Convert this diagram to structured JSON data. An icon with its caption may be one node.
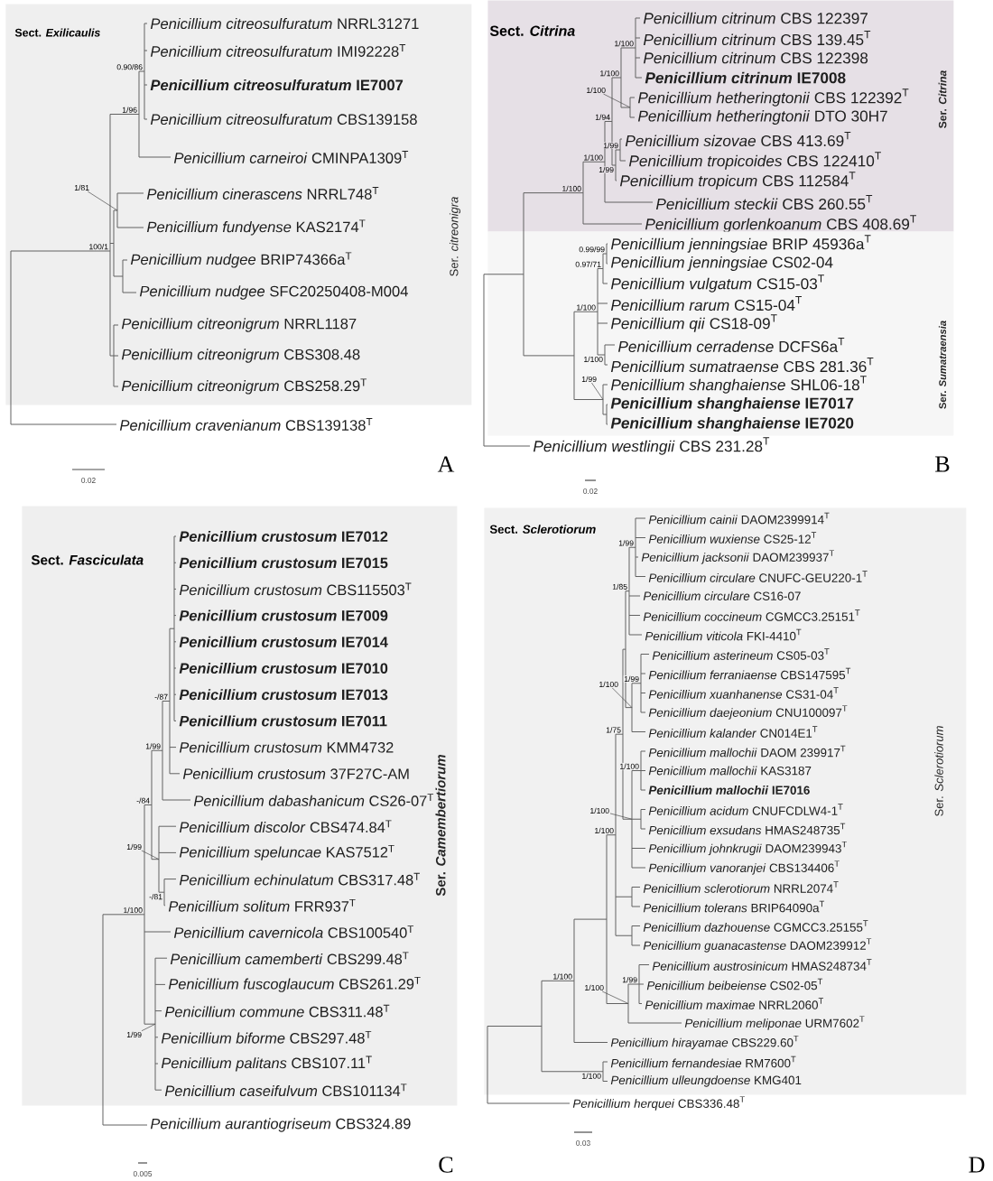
{
  "diagram": {
    "nodes": [
      {
        "text": [
          "Sect. *Exilicaulis*",
          "*Penicillium citreosulfuratum* NRRL31271",
          "*Penicillium citreosulfuratum* IMI92228$^{T}$",
          "*Penicillium citreosulfuratum* IE7007",
          "*Penicillium citreosulfuratum* CBS139158",
          "*Penicillium carneiroi* CMINPA1309$^{T}$",
          "*Penicillium cinerascens* NRRL748$^{T}$",
          "*Penicillium fundyense* KAS2174$^{T}$",
          "*Penicillium nudgee* BRIP74366a$^{T}$",
          "*Penicillium nudgee* SFC20250408-M004",
          "*Penicillium citreonigrum* NRRL1187",
          "*Penicillium citreonigrum* CBS308.48",
          "*Penicillium citreonigrum* CBS258.29$^{T}$",
          "Ser. *citreonigra*"
        ]
      },
      {
        "text": [
          "1/81"
        ],
        "in": 0
      },
      {
        "text": [
          "Sect. *Citrina*",
          "*Penicillium citrinum* CBS 122397",
          "*Penicillium citrinum* CBS 139.45$^{T}$",
          "*Penicillium citrinum* CBS 122398",
          "*Penicillium citrinum* IE7008",
          "*Penicillium hetheringtonii* CBS 122392$^{T}$",
          "*Penicillium hetheringtonii* DTO 30H7",
          "*Penicillium sizovae* CBS 413.69$^{T}$",
          "*Penicillium tropicoides* CBS 122410$^{T}$",
          "*Penicillium tropicum* CBS 112584$^{T}$",
          "*Penicillium steckii* CBS 260.55$^{T}$",
          "*Penicillium gorlenkoanum* CBS 408.69$^{T}$",
          "Ser. *Citrina*"
        ]
      },
      {
        "text": [
          "1/100"
        ],
        "in": 2
      },
      {
        "text": [
          "*Penicillium jenningsiae* BRIP 45936a$^{T}$",
          "*Penicillium jenningsiae* CS02-04",
          "*Penicillium vulgatum* CS15-03$^{T}$",
          "*Penicillium rarum* CS15-04$^{T}$",
          "*Penicillium qii* CS18-09$^{T}$",
          "*Penicillium cerradense* DCFS6a$^{T}$",
          "*Penicillium sumatraense* CBS 281.36$^{T}$",
          "*Penicillium shanghaiense* SHL06-18$^{T}$",
          "*Penicillium shanghaiense* IE7017",
          "*Penicillium shanghaiense* IE7020",
          "Ser. *Sumatraensia*"
        ]
      },
      {
        "text": [
          "1/99"
        ],
        "in": 4
      },
      {
        "text": [
          "Sect. *Fasciculata*",
          "*Penicillium crustosum* IE7012",
          "*Penicillium crustosum* IE7015",
          "*Penicillium crustosum* CBS115503$^{T}$",
          "*Penicillium crustosum* IE7009",
          "*Penicillium crustosum* IE7014",
          "*Penicillium crustosum* IE7010",
          "*Penicillium crustosum* IE7013",
          "*Penicillium crustosum* IE7011",
          "*Penicillium crustosum* KMM4732",
          "*Penicillium crustosum* 37F27C-AM",
          "*Penicillium dabashanicum* CS26-07$^{T}$",
          "*Penicillium discolor* CBS474.84$^{T}$",
          "*Penicillium speluncae* KAS7512$^{T}$",
          "*Penicillium echinulatum* CBS317.48$^{T}$",
          "*Penicillium solitum* FRR937$^{T}$",
          "*Penicillium cavernicola* CBS100540$^{T}$",
          "*Penicillium camemberti* CBS299.48$^{T}$",
          "*Penicillium fuscoglaucum* CBS261.29$^{T}$",
          "*Penicillium commune* CBS311.48$^{T}$",
          "*Penicillium biforme* CBS297.48$^{T}$",
          "*Penicillium palitans* CBS107.11$^{T}$",
          "*Penicillium caseifulvum* CBS101134$^{T}$",
          "Ser. *Camembertiorum*"
        ]
      },
      {
        "text": [
          "1/99"
        ],
        "in": 6
      },
      {
        "text": [
          "1/99"
        ],
        "in": 6
      },
      {
        "text": [
          "Sect. *Sclerotiorum*",
          "*Penicillium cainii* DAOM2399914$^{T}$",
          "*Penicillium wuxiense* CS25-12$^{T}$",
          "*Penicillium jacksonii* DAOM239937$^{T}$",
          "*Penicillium circulare* CNUFC-GEU220-1$^{T}$",
          "*Penicillium circulare* CS16-07",
          "*Penicillium coccineum* CGMCC3.25151$^{T}$",
          "*Penicillium viticola* FKI-4410$^{T}$",
          "*Penicillium asterineum* CS05-03$^{T}$",
          "*Penicillium ferraniaense* CBS147595$^{T}$",
          "*Penicillium xuanhanense* CS31-04$^{T}$",
          "*Penicillium daejeonium* CNU100097$^{T}$",
          "*Penicillium kalander* CN014E1$^{T}$",
          "*Penicillium mallochii* DAOM 239917$^{T}$",
          "*Penicillium mallochii* KAS3187",
          "*Penicillium mallochii* IE7016",
          "*Penicillium acidum* CNUFCDLW4-1$^{T}$",
          "*Penicillium exsudans* HMAS248735$^{T}$",
          "*Penicillium johnkrugii* DAOM239943$^{T}$",
          "*Penicillium vanoranjei* CBS134406$^{T}$",
          "*Penicillium sclerotiorum* NRRL2074$^{T}$",
          "*Penicillium tolerans* BRIP64090a$^{T}$",
          "*Penicillium dazhouense* CGMCC3.25155$^{T}$",
          "*Penicillium guanacastense* DAOM239912$^{T}$",
          "*Penicillium austrosinicum* HMAS248734$^{T}$",
          "*Penicillium beibeiense* CS02-05$^{T}$",
          "*Penicillium maximae* NRRL2060$^{T}$",
          "*Penicillium meliponae* URM7602$^{T}$",
          "*Penicillium hirayamae* CBS229.60$^{T}$",
          "*Penicillium fernandesiae* RM7600$^{T}$",
          "*Penicillium ulleungdoense* KMG401",
          "Ser. *Sclerotiorum*"
        ]
      },
      {
        "text": [
          "1/100"
        ],
        "in": 9
      },
      {
        "text": [
          "1/100"
        ],
        "in": 9
      },
      {
        "text": [
          "1/100"
        ],
        "in": 9
      }
    ],
    "edges": [
      {
        "from": 1,
        "to": null,
        "arrow": "none"
      },
      {
        "from": 3,
        "to": null,
        "arrow": "none"
      },
      {
        "from": 5,
        "to": null,
        "arrow": "none"
      },
      {
        "from": 7,
        "to": null,
        "arrow": "none"
      },
      {
        "from": 8,
        "to": null,
        "arrow": "none"
      },
      {
        "from": 10,
        "to": null,
        "arrow": "none"
      },
      {
        "from": 11,
        "to": null,
        "arrow": "none"
      },
      {
        "from": 12,
        "to": null,
        "arrow": "none"
      }
    ],
    "labels": [
      "0.90/86",
      "1/96",
      "100/1",
      "*Penicillium cravenianum* CBS139138$^{T}$",
      "0.02",
      "A",
      "1/100",
      "1/100",
      "1/94",
      "1/99",
      "1/99",
      "1/100",
      "1/100",
      "0.99/99",
      "0.97/71",
      "1/100",
      "1/100",
      "*Penicillium westlingii* CBS 231.28$^{T}$",
      "B",
      "0.02",
      "-/87",
      "1/99",
      "-/84",
      "-/81",
      "1/100",
      "*Penicillium aurantiogriseum* CBS324.89",
      "0.005",
      "C",
      "1/99",
      "1/85",
      "1/99",
      "1/100",
      "1/75",
      "1/100",
      "1/99",
      "1/100",
      "1/100",
      "*Penicillium herquei* CBS336.48$^{T}$",
      "0.03",
      "D"
    ]
  }
}
